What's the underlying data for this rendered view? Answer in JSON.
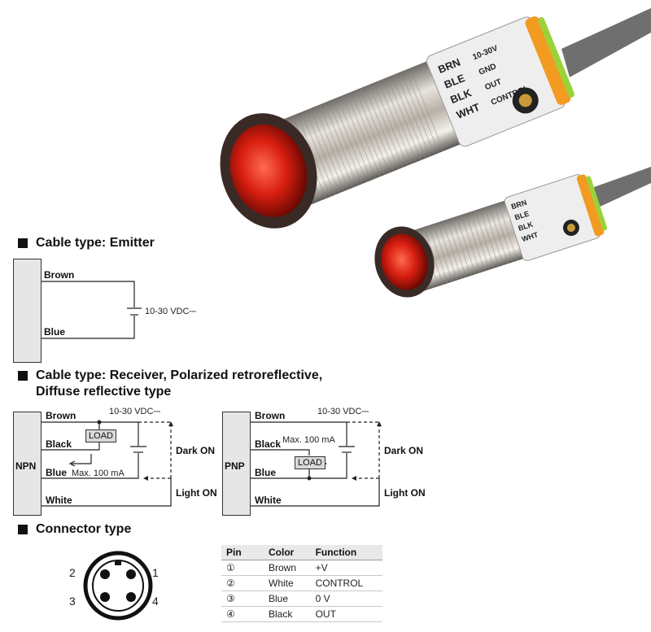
{
  "sections": {
    "emitter_heading": "Cable type: Emitter",
    "receiver_heading": "Cable type: Receiver, Polarized retroreflective,\n Diffuse reflective type",
    "connector_heading": "Connector type"
  },
  "emitter": {
    "wire_brown": "Brown",
    "wire_blue": "Blue",
    "supply": "10-30 VDC⎓"
  },
  "npn": {
    "type": "NPN",
    "wire_brown": "Brown",
    "wire_black": "Black",
    "wire_blue": "Blue",
    "wire_white": "White",
    "supply": "10-30 VDC⎓",
    "load": "LOAD",
    "max_current": "Max. 100 mA",
    "dark_on": "Dark ON",
    "light_on": "Light ON"
  },
  "pnp": {
    "type": "PNP",
    "wire_brown": "Brown",
    "wire_black": "Black",
    "wire_blue": "Blue",
    "wire_white": "White",
    "supply": "10-30 VDC⎓",
    "load": "LOAD",
    "max_current": "Max. 100 mA",
    "dark_on": "Dark ON",
    "light_on": "Light ON"
  },
  "connector": {
    "pin_labels": [
      "1",
      "2",
      "3",
      "4"
    ]
  },
  "pin_table": {
    "headers": [
      "Pin",
      "Color",
      "Function"
    ],
    "rows": [
      [
        "①",
        "Brown",
        "+V"
      ],
      [
        "②",
        "White",
        "CONTROL"
      ],
      [
        "③",
        "Blue",
        "0 V"
      ],
      [
        "④",
        "Black",
        "OUT"
      ]
    ]
  },
  "sensor_label": {
    "wires": [
      "BRN",
      "BLE",
      "BLK",
      "WHT"
    ],
    "functions": [
      "10-30V",
      "GND",
      "OUT",
      "CONTROL"
    ]
  }
}
